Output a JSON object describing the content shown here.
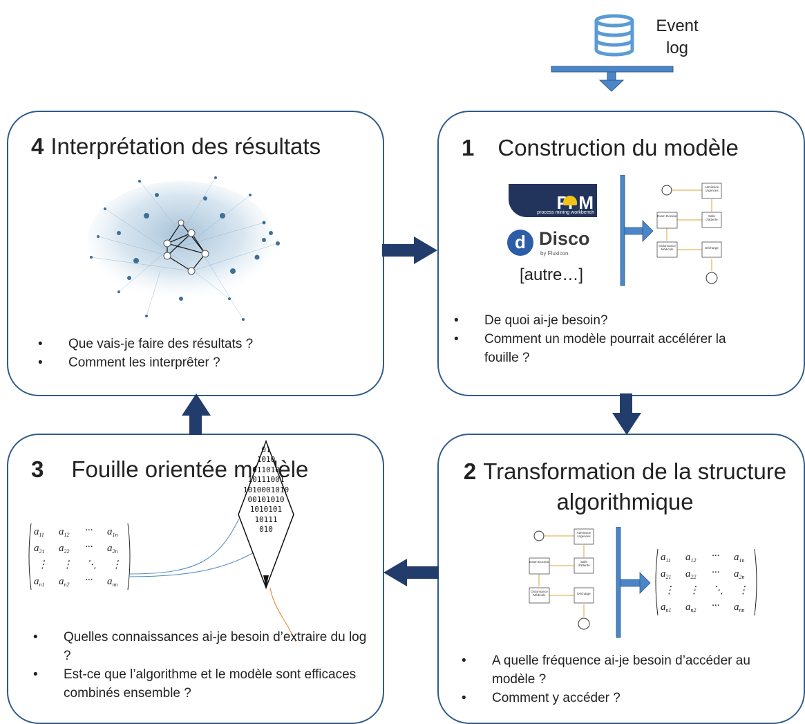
{
  "event_log": {
    "line1": "Event",
    "line2": "log"
  },
  "box1": {
    "number": "1",
    "title": "Construction du modèle",
    "prom_label": "Pr  M",
    "prom_subtitle": "process mining workbench",
    "disco_label": "Disco",
    "disco_subtitle": "by Fluxicon.",
    "other_label": "[autre…]",
    "bullets": [
      "De quoi ai-je besoin?",
      "Comment un modèle pourrait accélérer la fouille ?"
    ]
  },
  "box2": {
    "number": "2",
    "title_line1": "Transformation de la structure",
    "title_line2": "algorithmique",
    "bullets": [
      "A quelle fréquence ai-je besoin d’accéder au modèle ?",
      "Comment y accéder ?"
    ]
  },
  "box3": {
    "number": "3",
    "title": "Fouille orientée modèle",
    "binary_lines": [
      "01",
      "1010",
      "011010",
      "10111001",
      "1010001010",
      "00101010",
      "1010101",
      "10111",
      "010"
    ],
    "bullets": [
      "Quelles connaissances ai-je besoin d’extraire du log ?",
      "Est-ce que l’algorithme et le modèle sont efficaces combinés ensemble ?"
    ]
  },
  "box4": {
    "number": "4",
    "title": "Interprétation des résultats",
    "bullets": [
      "Que vais-je faire des résultats ?",
      "Comment les interprêter ?"
    ]
  },
  "process_nodes": {
    "admission": "Admission Urgences",
    "salle": "Salle d’attente",
    "exam": "Exam Docteur",
    "ordonnance": "Ordonnance Médicale",
    "decharge": "Décharge"
  },
  "colors": {
    "border": "#2f5b8a",
    "arrow": "#223d6b",
    "accent": "#4a86c8",
    "db": "#5b9bd5"
  }
}
